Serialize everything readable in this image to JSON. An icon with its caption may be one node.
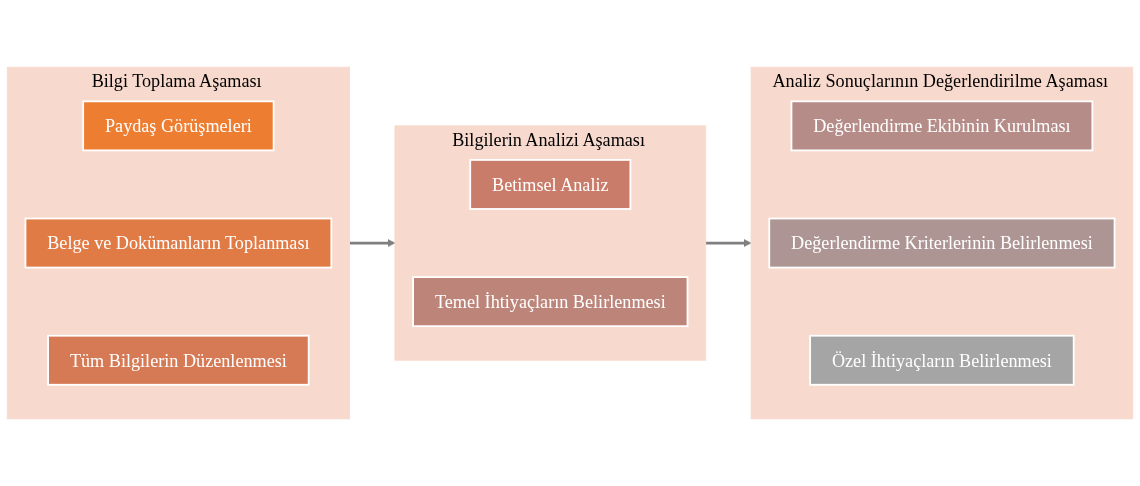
{
  "diagram": {
    "nodes": [
      {
        "text": [
          "Bilgi Toplama Aşaması"
        ]
      },
      {
        "text": [
          "Paydaş Görüşmeleri"
        ],
        "in": 0
      },
      {
        "text": [
          "Belge ve Dokümanların Toplanması"
        ],
        "in": 0
      },
      {
        "text": [
          "Tüm Bilgilerin Düzenlenmesi"
        ],
        "in": 0
      },
      {
        "text": [
          "Bilgilerin Analizi Aşaması"
        ]
      },
      {
        "text": [
          "Betimsel Analiz"
        ],
        "in": 4
      },
      {
        "text": [
          "Temel İhtiyaçların Belirlenmesi"
        ],
        "in": 4
      },
      {
        "text": [
          "Analiz Sonuçlarının Değerlendirilme Aşaması"
        ]
      },
      {
        "text": [
          "Değerlendirme Ekibinin Kurulması"
        ],
        "in": 7
      },
      {
        "text": [
          "Değerlendirme Kriterlerinin Belirlenmesi"
        ],
        "in": 7
      },
      {
        "text": [
          "Özel İhtiyaçların Belirlenmesi"
        ],
        "in": 7
      }
    ],
    "edges": [
      {
        "from": 0,
        "to": 4,
        "arrow": "to"
      },
      {
        "from": 4,
        "to": 7,
        "arrow": "to"
      }
    ]
  }
}
